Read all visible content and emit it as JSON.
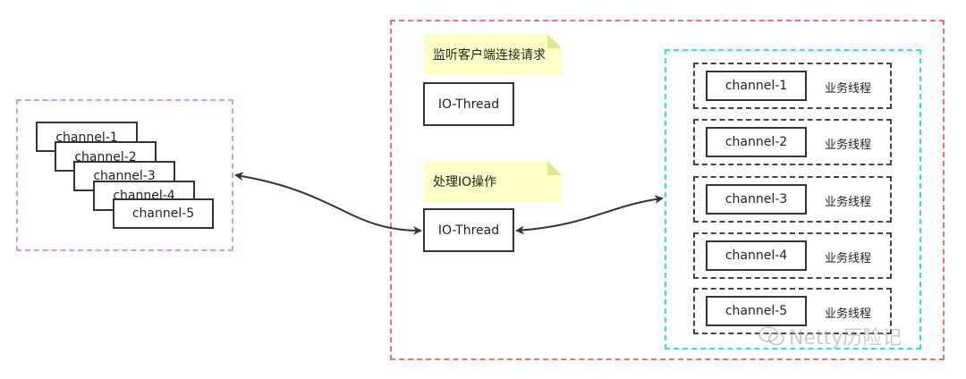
{
  "left_group": {
    "channels": [
      "channel-1",
      "channel-2",
      "channel-3",
      "channel-4",
      "channel-5"
    ]
  },
  "server": {
    "note_accept": "监听客户端连接请求",
    "io_thread_1": "IO-Thread",
    "note_io": "处理IO操作",
    "io_thread_2": "IO-Thread"
  },
  "workers": [
    {
      "channel": "channel-1",
      "label": "业务线程"
    },
    {
      "channel": "channel-2",
      "label": "业务线程"
    },
    {
      "channel": "channel-3",
      "label": "业务线程"
    },
    {
      "channel": "channel-4",
      "label": "业务线程"
    },
    {
      "channel": "channel-5",
      "label": "业务线程"
    }
  ],
  "watermark": "Netty历险记",
  "colors": {
    "left_group_border": "#c89cf0",
    "server_border": "#f07070",
    "worker_group_border": "#33e0e0",
    "note_fill": "#ffffc8"
  }
}
